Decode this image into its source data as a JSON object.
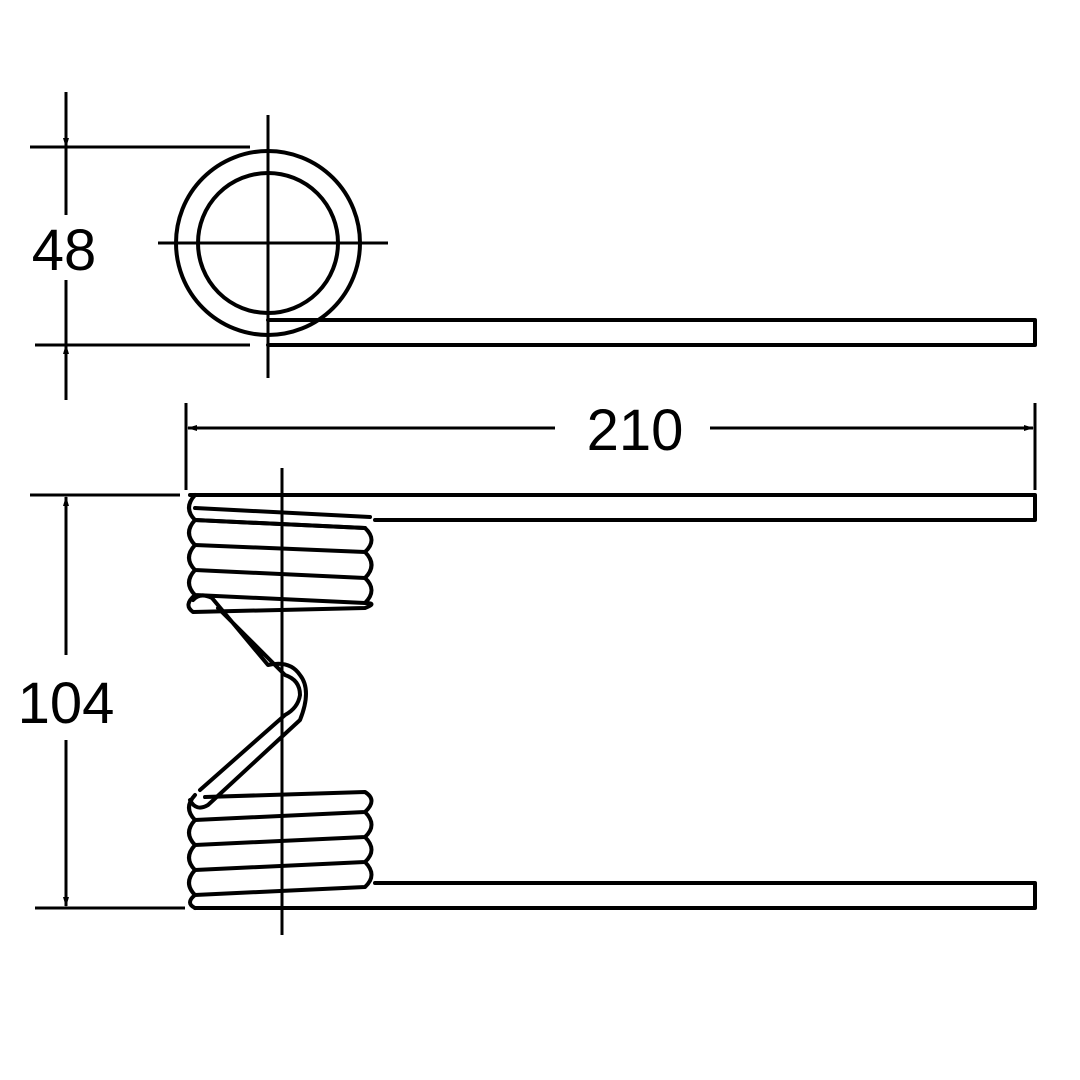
{
  "dimensions": {
    "coil_diameter": "48",
    "overall_length": "210",
    "overall_height": "104"
  },
  "colors": {
    "line": "#000000",
    "background": "#ffffff"
  }
}
